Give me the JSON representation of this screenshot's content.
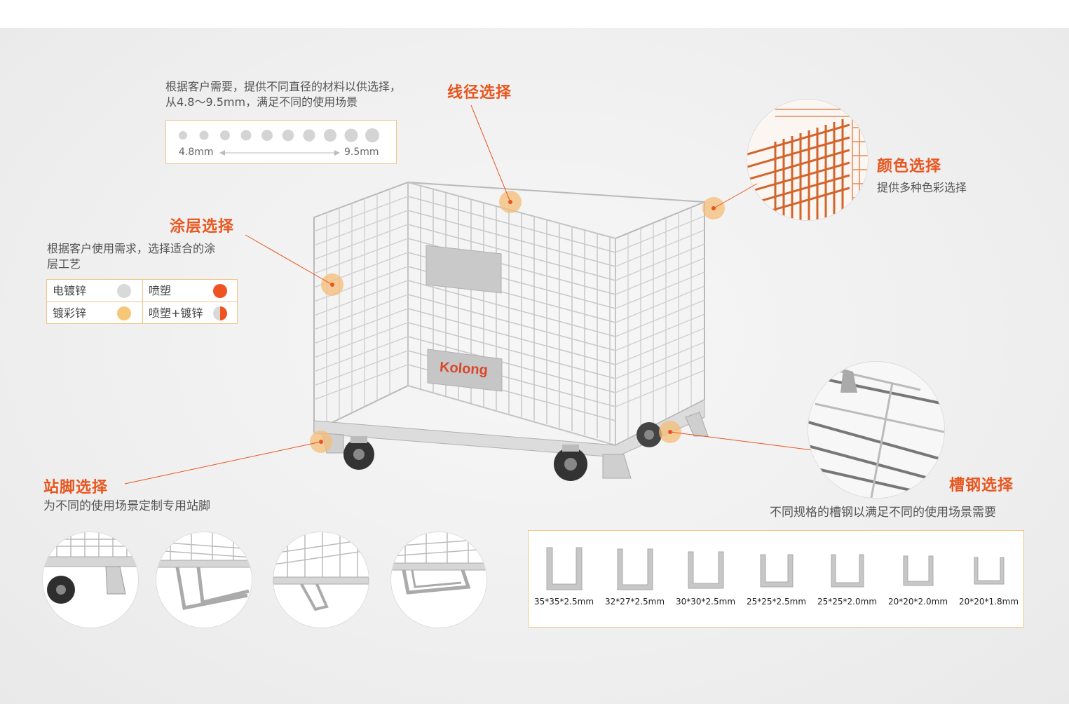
{
  "wire": {
    "title": "线径选择",
    "desc_line1": "根据客户需要，提供不同直径的材料以供选择，",
    "desc_line2": "从4.8～9.5mm，满足不同的使用场景",
    "min_label": "4.8mm",
    "max_label": "9.5mm"
  },
  "coating": {
    "title": "涂层选择",
    "desc_line1": "根据客户使用需求，选择适合的涂",
    "desc_line2": "层工艺",
    "options": [
      {
        "label": "电镀锌",
        "color": "#d9d9d9"
      },
      {
        "label": "喷塑",
        "color": "#ef5322"
      },
      {
        "label": "镀彩锌",
        "color": "#f6c776"
      },
      {
        "label": "喷塑+镀锌",
        "color": "split"
      }
    ]
  },
  "color": {
    "title": "颜色选择",
    "desc": "提供多种色彩选择"
  },
  "channel": {
    "title": "槽钢选择",
    "desc": "不同规格的槽钢以满足不同的使用场景需要",
    "specs": [
      "35*35*2.5mm",
      "32*27*2.5mm",
      "30*30*2.5mm",
      "25*25*2.5mm",
      "25*25*2.0mm",
      "20*20*2.0mm",
      "20*20*1.8mm"
    ]
  },
  "feet": {
    "title": "站脚选择",
    "desc": "为不同的使用场景定制专用站脚"
  },
  "product": {
    "brand": "Kolong"
  },
  "colors": {
    "accent": "#e8561f",
    "hotspot": "#f4be78",
    "panel_border": "#f1c489",
    "orange_mesh": "#d2642c"
  }
}
